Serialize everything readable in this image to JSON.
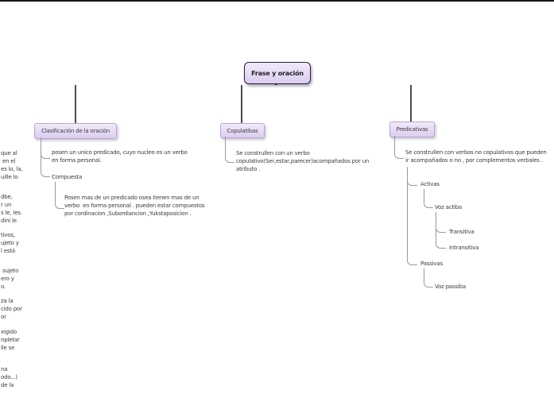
{
  "title": "Frase y oración",
  "branches": {
    "clasificacion": {
      "label": "Clasificación de la oración",
      "simple_desc": "posen un unico predicado, cuyo nucleo es un verbo\nen forma personal.",
      "compuesta_label": "Compuesta",
      "compuesta_desc": "Posen mas de un predicado osea tienen mas de un\nverbo  en forma personal . pueden estar compuestos\npor cordinacion ,Subordiancion ,Yukstaposicion ."
    },
    "copulativas": {
      "label": "Copulatibas",
      "desc": "Se construllen con un verbo\ncopulativo(Ser,estar,parecer)acompañados por un\natributo ."
    },
    "predicativas": {
      "label": "Predicativas",
      "desc": "Se construllen con verbos no copulativos que pueden\nir acompañados o no , por complementos verbales .",
      "activas_label": "Activas",
      "voz_activa_label": "Voz actiba",
      "transitiva_label": "Transitiva",
      "intransitiva_label": "Intransitiva",
      "passivas_label": "Passivas",
      "voz_passiva_label": "Voz passiba"
    }
  },
  "fragments": [
    "que al\n en el\nes lo, la,\nuille lo",
    "dbe,\nr un\ns le, les.\ndini le",
    "tivos,\nujeto y\nl está",
    " sujeto\nero y\no.",
    "za la\ncido por\nor",
    "xigido\nnpletar\nlle se",
    "na\nodo...)\nde la"
  ],
  "colors": {
    "node_fill_top": "#f1eafa",
    "node_fill_bottom": "#dccdf0",
    "node_border": "#b9a6d4",
    "title_border": "#29223e",
    "connector": "#9a9a9a",
    "drop_line": "#4c4c4c",
    "main_line": "#161616",
    "text": "#3b3b3b"
  }
}
